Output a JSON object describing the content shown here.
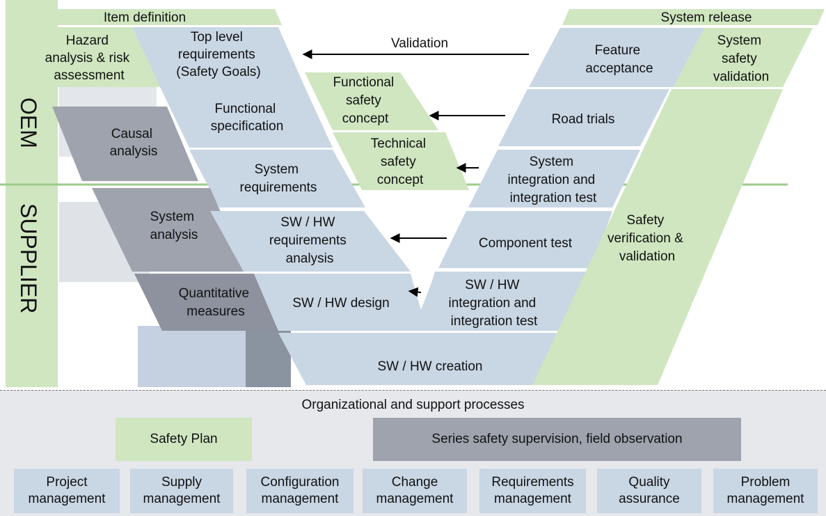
{
  "side_labels": {
    "oem": "OEM",
    "supplier": "SUPPLIER"
  },
  "top_bars": {
    "item_definition": "Item definition",
    "system_release": "System release"
  },
  "left": {
    "hazard": [
      "Hazard",
      "analysis & risk",
      "assessment"
    ],
    "top_level": [
      "Top level",
      "requirements",
      "(Safety Goals)"
    ],
    "causal": [
      "Causal",
      "analysis"
    ],
    "functional_spec": [
      "Functional",
      "specification"
    ],
    "functional_safety": [
      "Functional",
      "safety",
      "concept"
    ],
    "technical_safety": [
      "Technical",
      "safety",
      "concept"
    ],
    "system_requirements": [
      "System",
      "requirements"
    ],
    "system_analysis": [
      "System",
      "analysis"
    ],
    "swhw_req": [
      "SW / HW",
      "requirements",
      "analysis"
    ],
    "quantitative": [
      "Quantitative",
      "measures"
    ],
    "swhw_design": "SW / HW design",
    "swhw_creation": "SW / HW creation"
  },
  "right": {
    "validation": "Validation",
    "feature_acceptance": [
      "Feature",
      "acceptance"
    ],
    "system_safety_validation": [
      "System",
      "safety",
      "validation"
    ],
    "road_trials": "Road trials",
    "system_integration": [
      "System",
      "integration and",
      "integration test"
    ],
    "component_test": "Component test",
    "swhw_integration": [
      "SW / HW",
      "integration and",
      "integration test"
    ],
    "safety_vv": [
      "Safety",
      "verification &",
      "validation"
    ]
  },
  "support": {
    "title": "Organizational and support processes",
    "safety_plan": "Safety Plan",
    "series_safety": "Series safety supervision, field observation",
    "processes": [
      [
        "Project",
        "management"
      ],
      [
        "Supply",
        "management"
      ],
      [
        "Configuration",
        "management"
      ],
      [
        "Change",
        "management"
      ],
      [
        "Requirements",
        "management"
      ],
      [
        "Quality",
        "assurance"
      ],
      [
        "Problem",
        "management"
      ]
    ]
  },
  "colors": {
    "green": "#cfe6c0",
    "blue": "#c9d6e4",
    "grey": "#9ea3ae",
    "dark_grey": "#8d929e"
  }
}
